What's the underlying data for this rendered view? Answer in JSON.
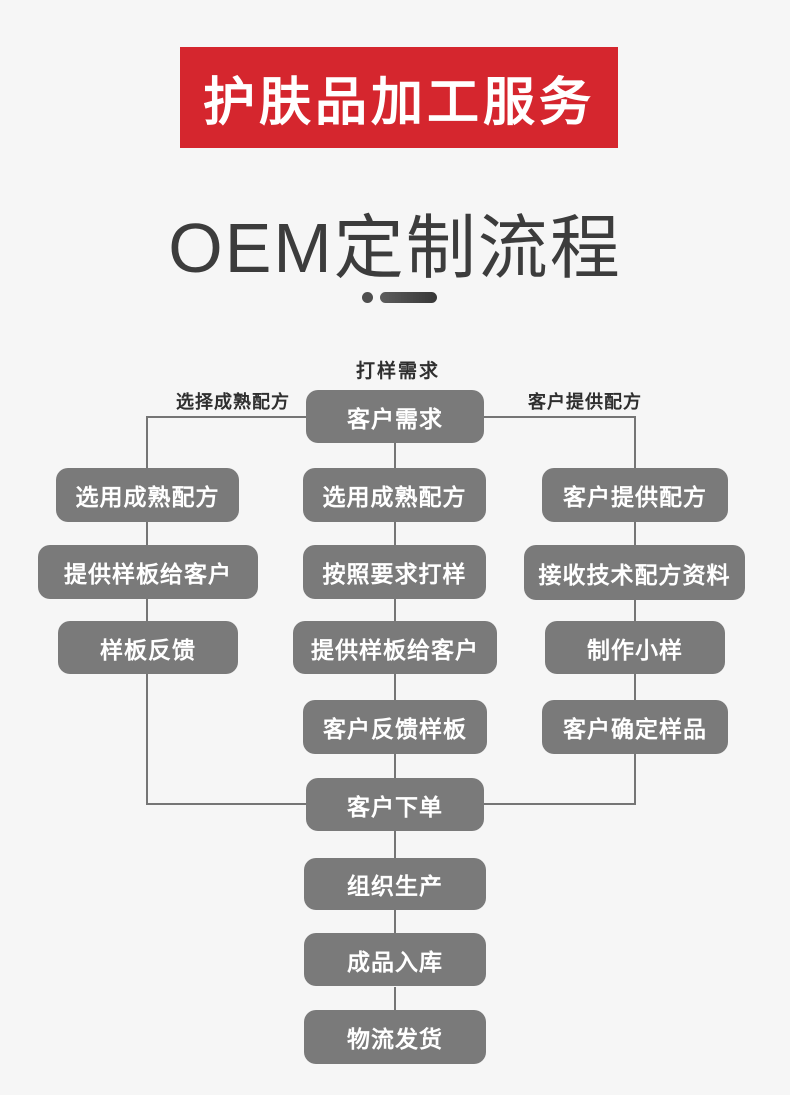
{
  "banner": {
    "title": "护肤品加工服务"
  },
  "heading": {
    "title": "OEM定制流程"
  },
  "flowchart": {
    "top_label": "打样需求",
    "left_branch_label": "选择成熟配方",
    "right_branch_label": "客户提供配方",
    "root": "客户需求",
    "left_column": [
      "选用成熟配方",
      "提供样板给客户",
      "样板反馈"
    ],
    "middle_column": [
      "选用成熟配方",
      "按照要求打样",
      "提供样板给客户",
      "客户反馈样板"
    ],
    "right_column": [
      "客户提供配方",
      "接收技术配方资料",
      "制作小样",
      "客户确定样品"
    ],
    "tail": [
      "客户下单",
      "组织生产",
      "成品入库",
      "物流发货"
    ]
  },
  "colors": {
    "banner_red": "#d5262e",
    "node_gray": "#7a7a7a",
    "line_gray": "#757575",
    "background": "#f6f6f6",
    "title_text": "#3c3c3c",
    "node_text": "#ffffff"
  }
}
